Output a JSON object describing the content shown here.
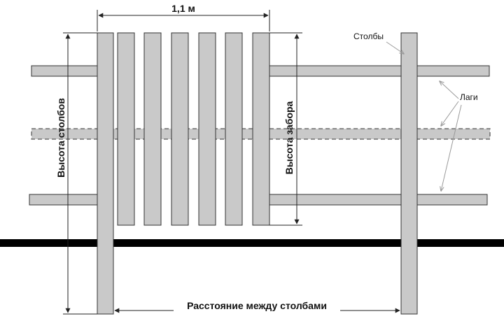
{
  "labels": {
    "width_dim": "1,1 м",
    "posts": "Столбы",
    "rails": "Лаги",
    "post_height": "Высота столбов",
    "fence_height": "Высота забора",
    "post_spacing": "Расстояние между столбами"
  },
  "colors": {
    "fill": "#c9c9c9",
    "stroke": "#333333",
    "ground": "#000000",
    "dimension": "#222222",
    "leader": "#9a9a9a"
  }
}
